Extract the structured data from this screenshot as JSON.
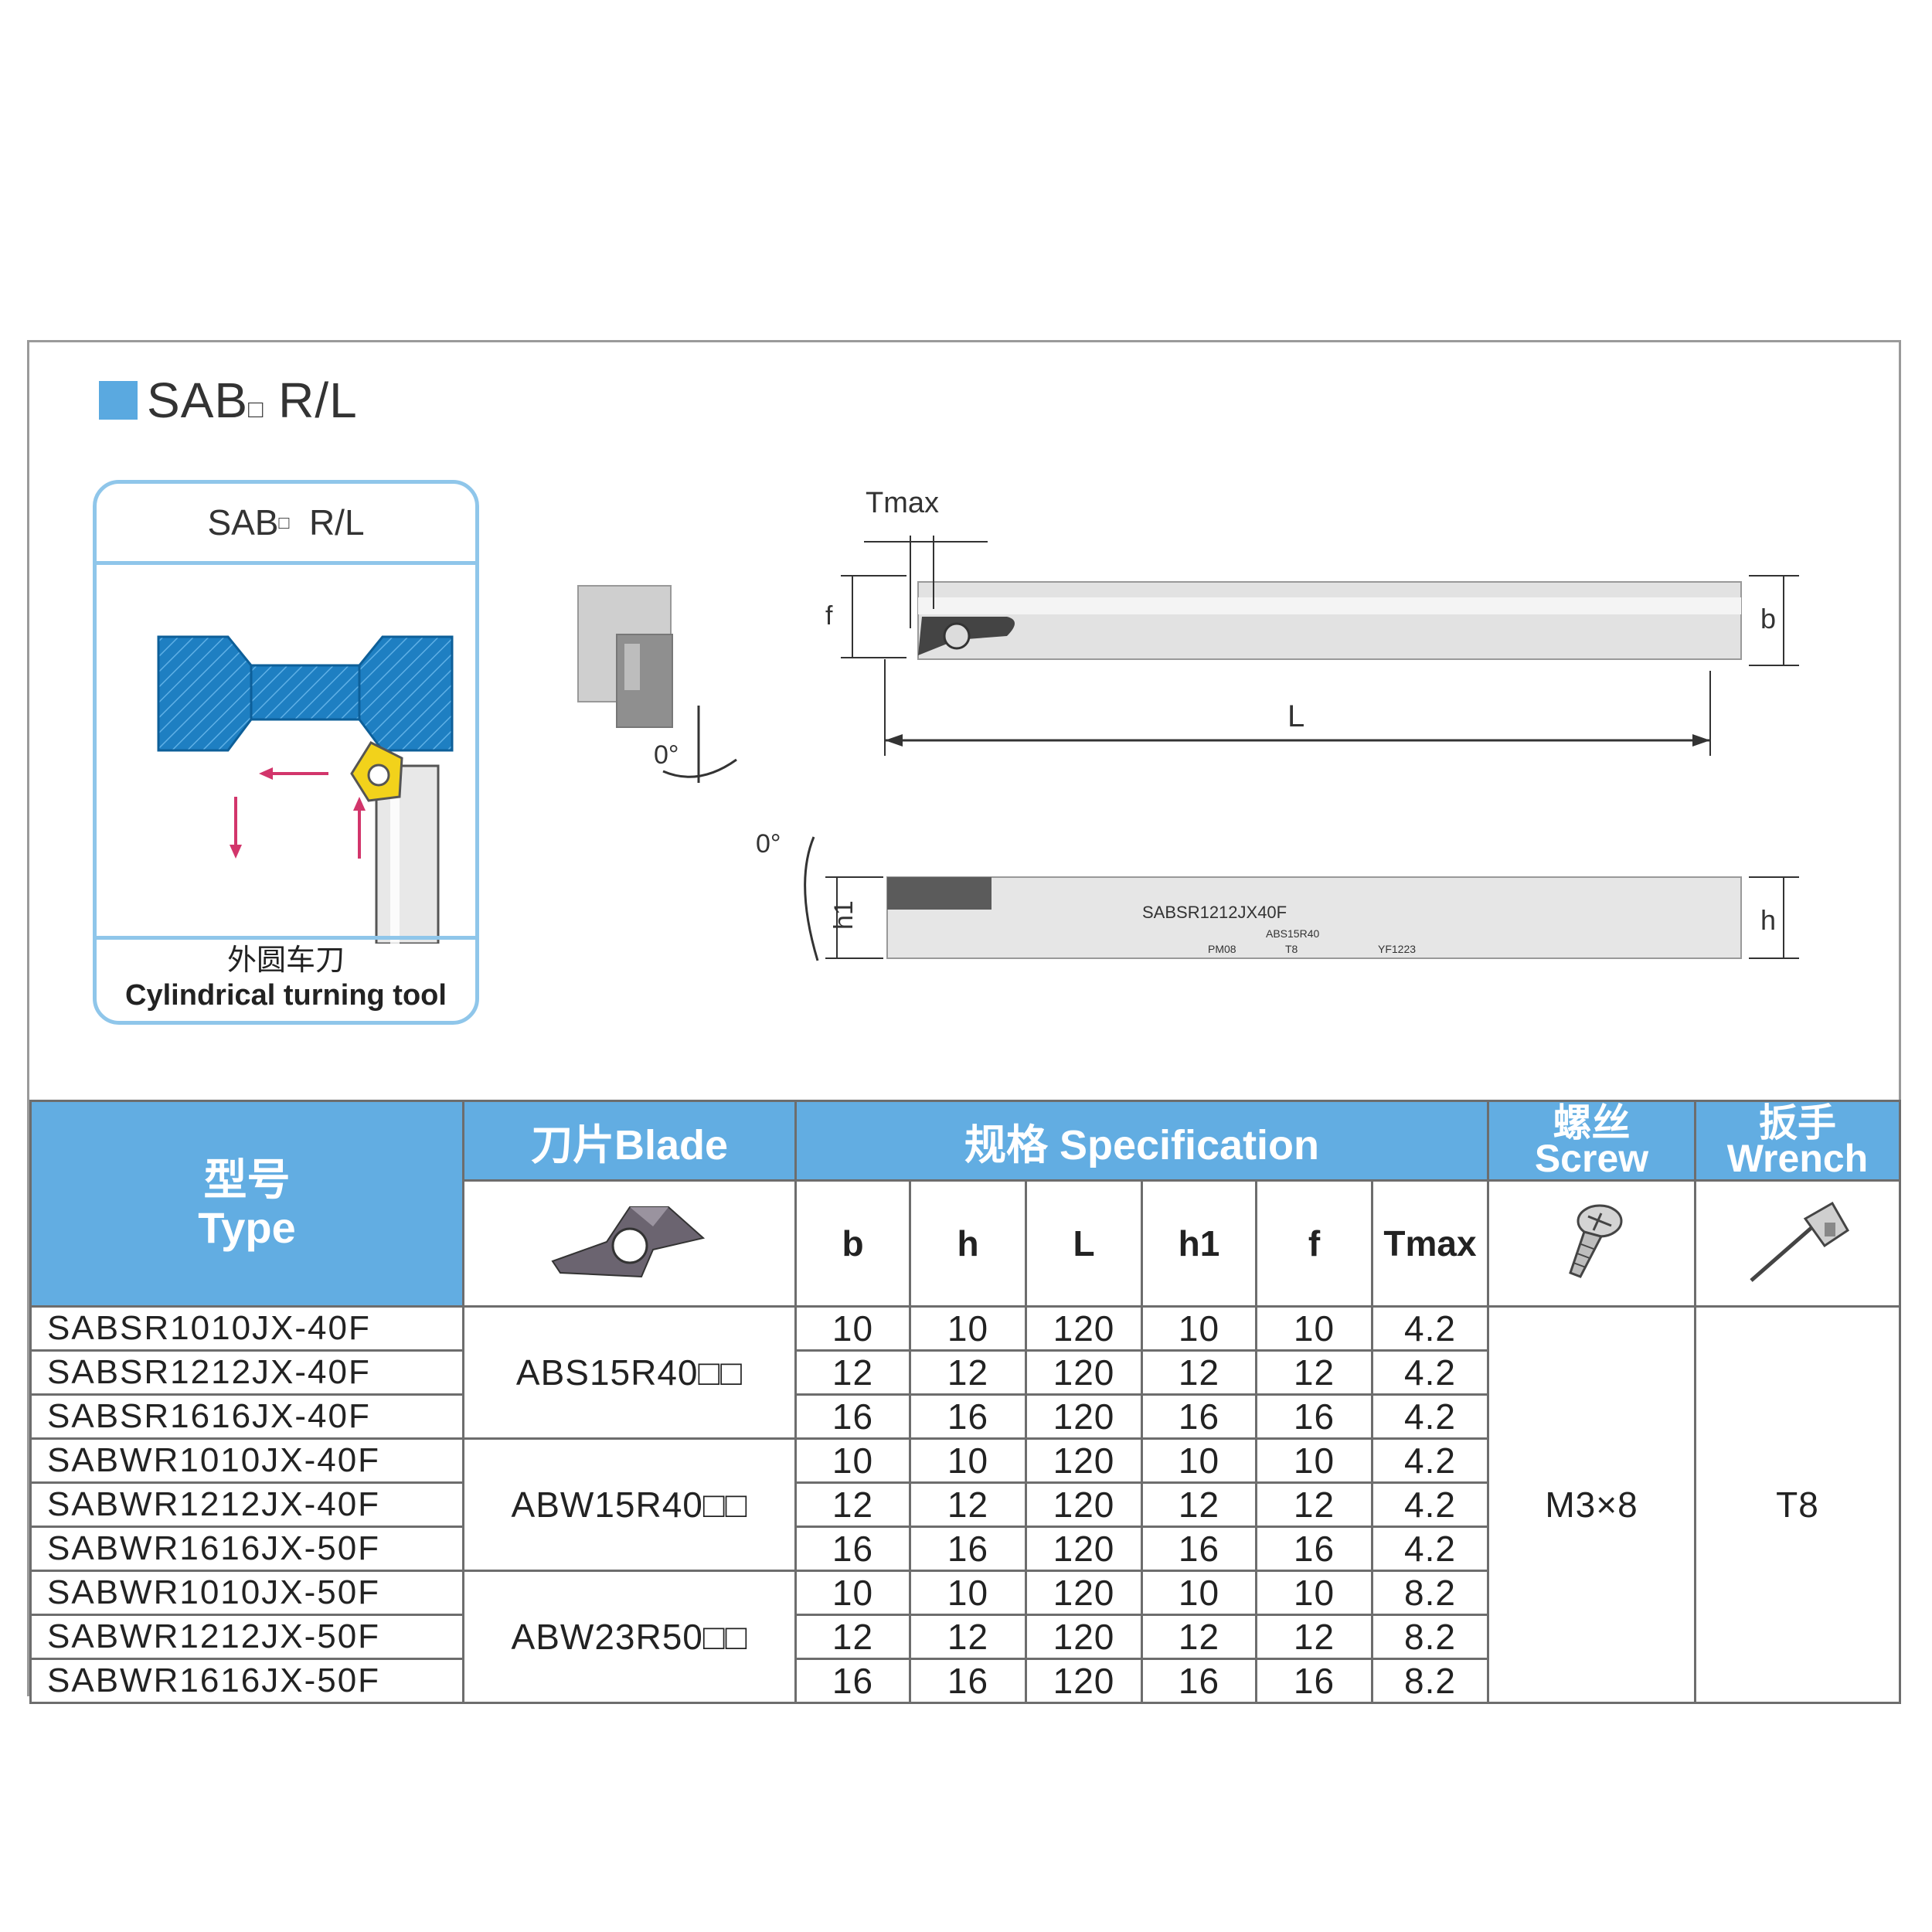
{
  "title": {
    "main": "SAB",
    "suffix": "R/L"
  },
  "card": {
    "header_main": "SAB",
    "header_suffix": "R/L",
    "caption_cn": "外圆车刀",
    "caption_en": "Cylindrical turning tool"
  },
  "diagram": {
    "tmax_label": "Tmax",
    "f_label": "f",
    "b_label": "b",
    "L_label": "L",
    "h1_label": "h1",
    "h_label": "h",
    "angle_top": "0°",
    "angle_bottom": "0°",
    "bar_marking": "SABSR1212JX40F",
    "bar_small_1": "ABS15R40",
    "bar_small_2": "PM08",
    "bar_small_3": "T8",
    "bar_small_4": "YF1223"
  },
  "table": {
    "type_header_cn": "型号",
    "type_header_en": "Type",
    "blade_header": "刀片Blade",
    "spec_header": "规格 Specification",
    "screw_header_cn": "螺丝",
    "screw_header_en": "Screw",
    "wrench_header_cn": "扳手",
    "wrench_header_en": "Wrench",
    "dims": [
      "b",
      "h",
      "L",
      "h1",
      "f",
      "Tmax"
    ],
    "blades": [
      "ABS15R40□□",
      "ABW15R40□□",
      "ABW23R50□□"
    ],
    "screw": "M3×8",
    "wrench": "T8",
    "rows": [
      [
        "SABSR1010JX-40F",
        "10",
        "10",
        "120",
        "10",
        "10",
        "4.2"
      ],
      [
        "SABSR1212JX-40F",
        "12",
        "12",
        "120",
        "12",
        "12",
        "4.2"
      ],
      [
        "SABSR1616JX-40F",
        "16",
        "16",
        "120",
        "16",
        "16",
        "4.2"
      ],
      [
        "SABWR1010JX-40F",
        "10",
        "10",
        "120",
        "10",
        "10",
        "4.2"
      ],
      [
        "SABWR1212JX-40F",
        "12",
        "12",
        "120",
        "12",
        "12",
        "4.2"
      ],
      [
        "SABWR1616JX-50F",
        "16",
        "16",
        "120",
        "16",
        "16",
        "4.2"
      ],
      [
        "SABWR1010JX-50F",
        "10",
        "10",
        "120",
        "10",
        "10",
        "8.2"
      ],
      [
        "SABWR1212JX-50F",
        "12",
        "12",
        "120",
        "12",
        "12",
        "8.2"
      ],
      [
        "SABWR1616JX-50F",
        "16",
        "16",
        "120",
        "16",
        "16",
        "8.2"
      ]
    ]
  }
}
